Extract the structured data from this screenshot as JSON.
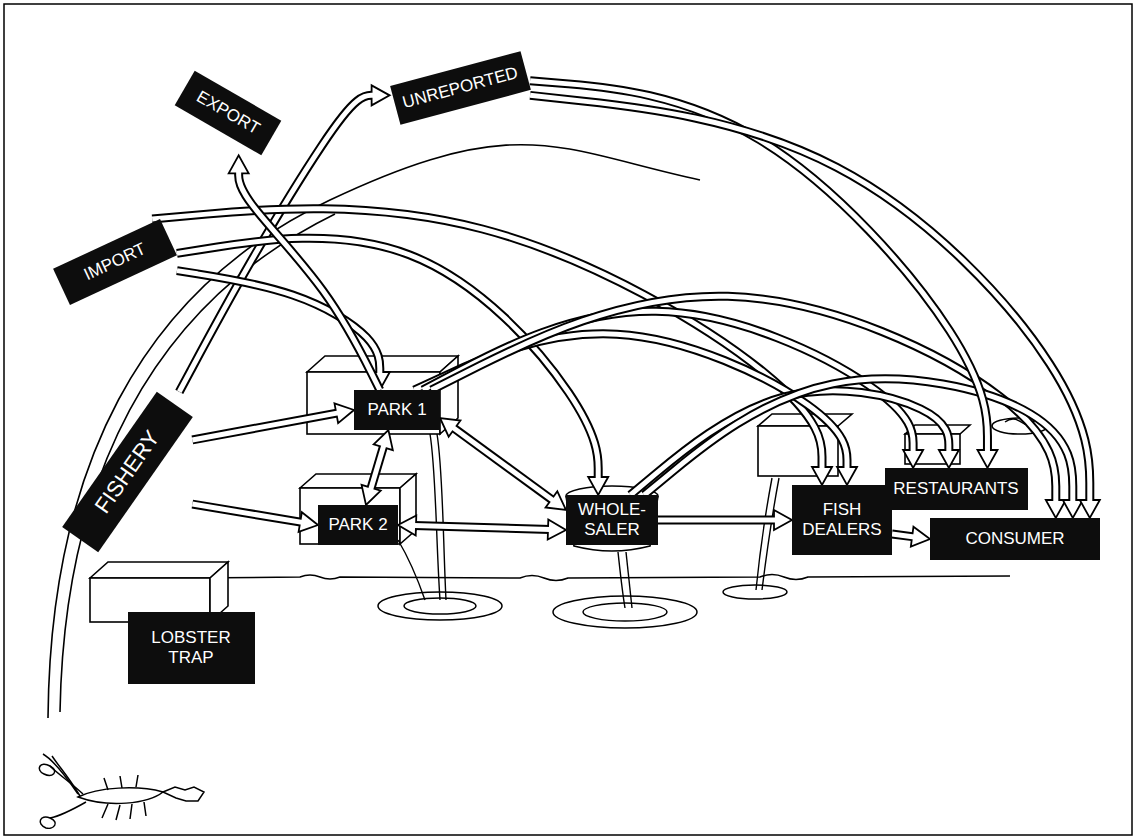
{
  "diagram": {
    "nodes": [
      {
        "text": [
          "EXPORT"
        ]
      },
      {
        "text": [
          "UNREPORTED"
        ]
      },
      {
        "text": [
          "IMPORT"
        ]
      },
      {
        "text": [
          "FISHERY"
        ]
      },
      {
        "text": [
          "PARK 1"
        ]
      },
      {
        "text": [
          "PARK 2"
        ]
      },
      {
        "text": [
          "WHOLE-SALER"
        ]
      },
      {
        "text": [
          "FISH DEALERS"
        ]
      },
      {
        "text": [
          "RESTAURANTS"
        ]
      },
      {
        "text": [
          "CONSUMER"
        ]
      },
      {
        "text": [
          "LOBSTER TRAP"
        ]
      }
    ],
    "edges": [
      {
        "from": 3,
        "to": 4,
        "arrow": "to"
      },
      {
        "from": 3,
        "to": 5,
        "arrow": "to"
      },
      {
        "from": 3,
        "to": 1,
        "arrow": "to"
      },
      {
        "from": 2,
        "to": 4,
        "arrow": "to"
      },
      {
        "from": 2,
        "to": 6,
        "arrow": "to"
      },
      {
        "from": 2,
        "to": 7,
        "arrow": "to"
      },
      {
        "from": 4,
        "to": 0,
        "arrow": "to"
      },
      {
        "from": 4,
        "to": 5,
        "arrow": "both"
      },
      {
        "from": 4,
        "to": 6,
        "arrow": "both"
      },
      {
        "from": 5,
        "to": 6,
        "arrow": "both"
      },
      {
        "from": 4,
        "to": 7,
        "arrow": "to"
      },
      {
        "from": 4,
        "to": 8,
        "arrow": "to"
      },
      {
        "from": 4,
        "to": 9,
        "arrow": "to"
      },
      {
        "from": 6,
        "to": 7,
        "arrow": "to"
      },
      {
        "from": 6,
        "to": 8,
        "arrow": "to"
      },
      {
        "from": 6,
        "to": 9,
        "arrow": "to"
      },
      {
        "from": 7,
        "to": 9,
        "arrow": "to"
      },
      {
        "from": 1,
        "to": 8,
        "arrow": "to"
      },
      {
        "from": 1,
        "to": 9,
        "arrow": "to"
      }
    ]
  }
}
